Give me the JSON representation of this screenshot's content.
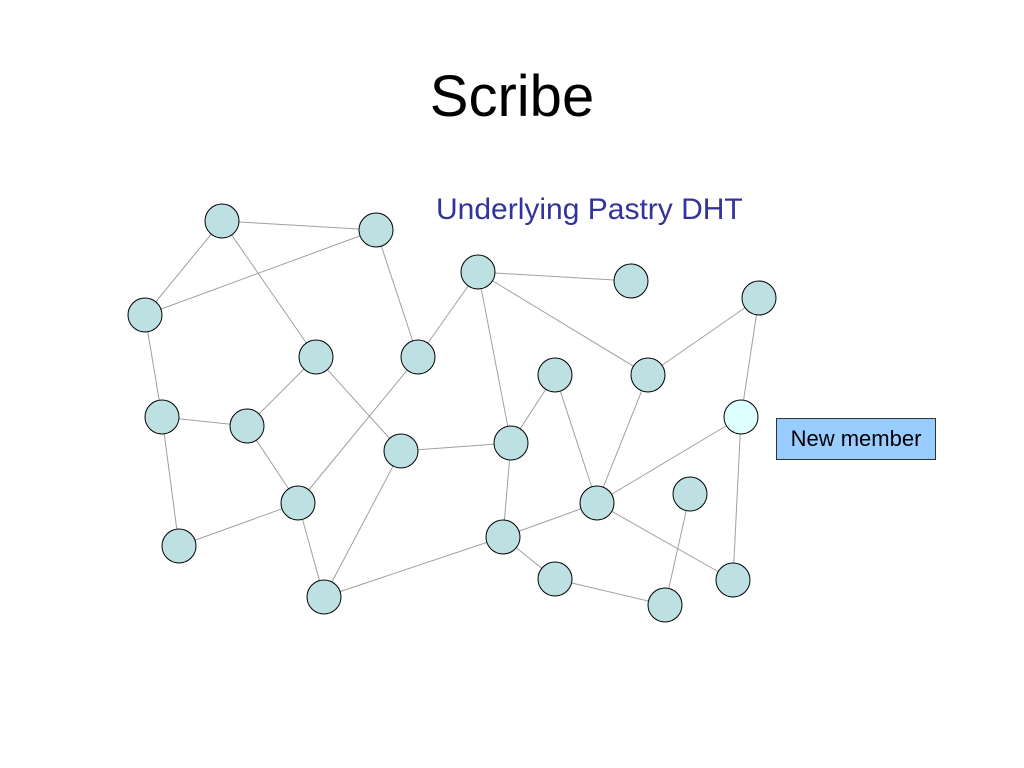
{
  "slide": {
    "title": "Scribe",
    "subtitle": "Underlying Pastry DHT",
    "new_member_label": "New member"
  },
  "colors": {
    "node_fill": "#bde0e3",
    "new_member_node_fill": "#ddffff",
    "edge": "#a0a0a0",
    "subtitle_text": "#333399",
    "label_box_fill": "#99ccff"
  }
}
